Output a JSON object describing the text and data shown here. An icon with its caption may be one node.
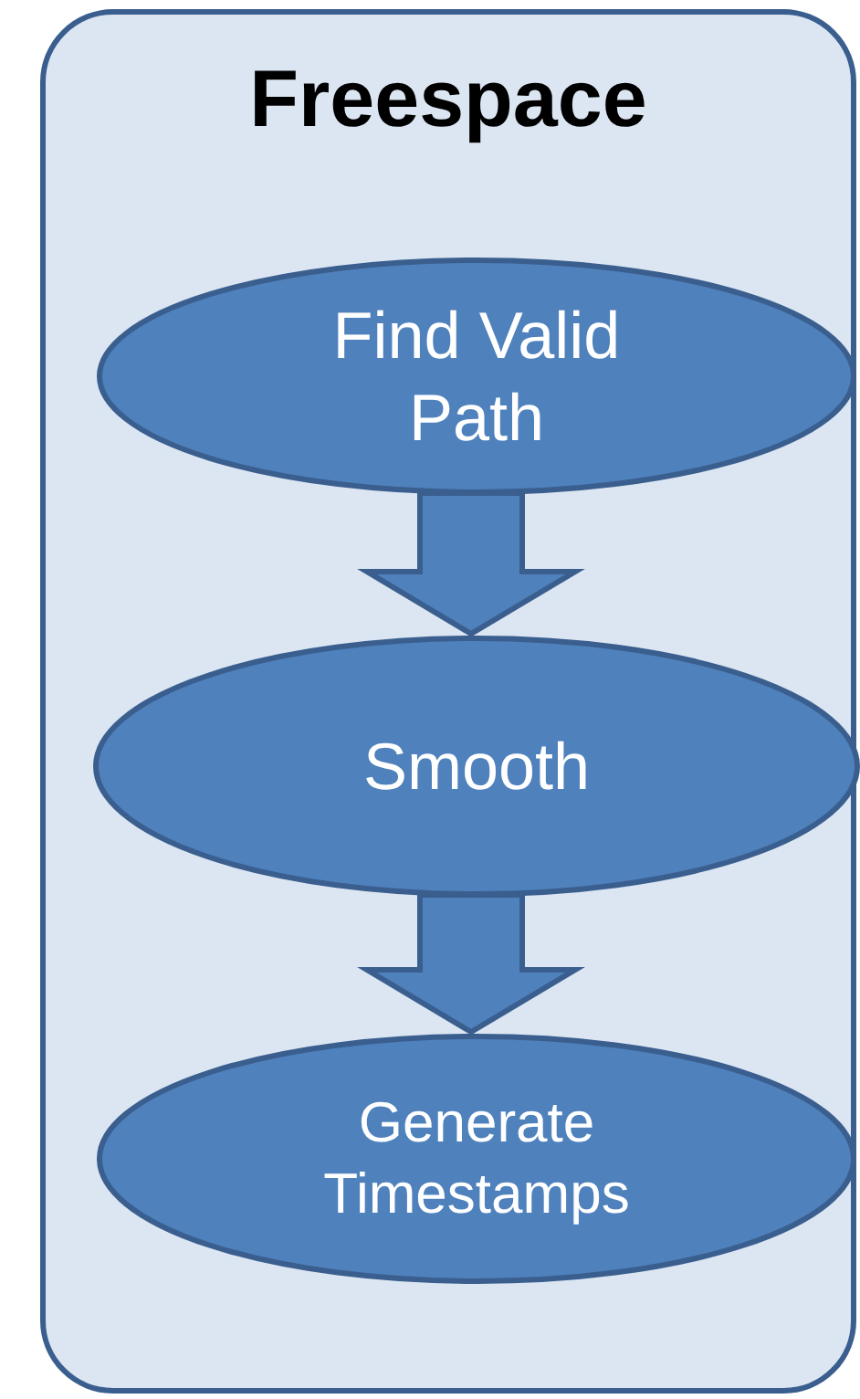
{
  "diagram": {
    "nodes": [
      {
        "text": [
          "Freespace"
        ]
      },
      {
        "text": [
          "Find Valid Path"
        ],
        "in": 0
      },
      {
        "text": [
          "Smooth"
        ],
        "in": 0
      },
      {
        "text": [
          "Generate Timestamps"
        ],
        "in": 0
      }
    ],
    "edges": [
      {
        "from": 1,
        "to": 2,
        "arrow": "to"
      },
      {
        "from": 2,
        "to": 3,
        "arrow": "to"
      }
    ]
  }
}
